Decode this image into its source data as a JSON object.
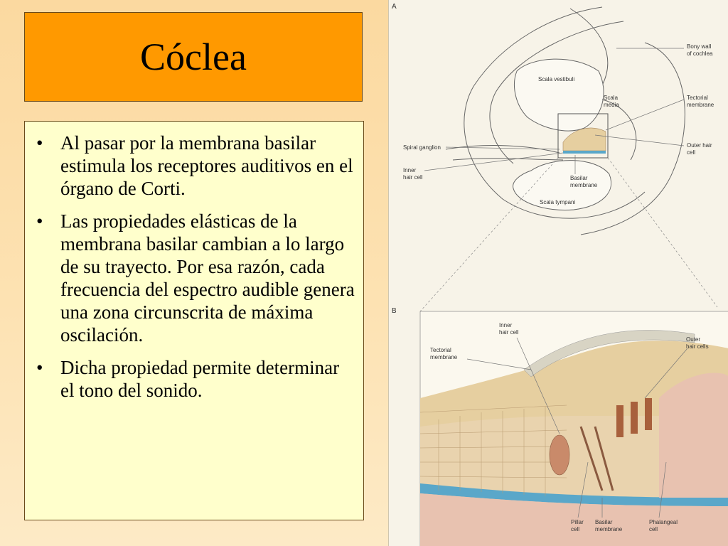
{
  "slide": {
    "title": "Cóclea",
    "bullets": [
      "Al pasar por la membrana basilar estimula los receptores auditivos en el órgano de Corti.",
      "Las propiedades elásticas de la membrana basilar cambian a lo largo de su trayecto. Por esa razón, cada frecuencia del espectro audible genera una zona circunscrita de máxima oscilación.",
      "Dicha propiedad permite determinar el tono del sonido."
    ],
    "bullet_symbol": "•"
  },
  "figure": {
    "panel_a": {
      "letter": "A",
      "labels": {
        "bony_wall_1": "Bony wall",
        "bony_wall_2": "of cochlea",
        "scala_vestibuli": "Scala vestibuli",
        "scala_media_1": "Scala",
        "scala_media_2": "media",
        "tectorial_1": "Tectorial",
        "tectorial_2": "membrane",
        "spiral_ganglion": "Spiral ganglion",
        "outer_hair_1": "Outer hair",
        "outer_hair_2": "cell",
        "inner_hair_1": "Inner",
        "inner_hair_2": "hair cell",
        "basilar_1": "Basilar",
        "basilar_2": "membrane",
        "scala_tympani": "Scala tympani"
      }
    },
    "panel_b": {
      "letter": "B",
      "labels": {
        "inner_1": "Inner",
        "inner_2": "hair cell",
        "outer_1": "Outer",
        "outer_2": "hair cells",
        "tectorial_1": "Tectorial",
        "tectorial_2": "membrane",
        "pillar_1": "Pillar",
        "pillar_2": "cell",
        "basilar_1": "Basilar",
        "basilar_2": "membrane",
        "phalangeal_1": "Phalangeal",
        "phalangeal_2": "cell"
      }
    },
    "colors": {
      "title_bg": "#ff9900",
      "text_bg": "#ffffcc",
      "tissue_pink": "#e8c2b0",
      "tissue_tan": "#e6cfa0",
      "membrane_blue": "#5aa7c9"
    }
  }
}
